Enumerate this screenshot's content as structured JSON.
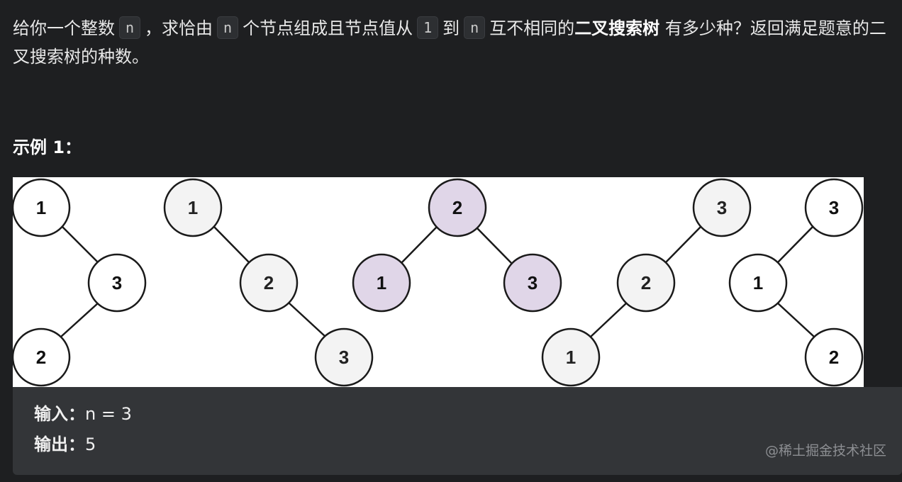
{
  "problem": {
    "p1": "给你一个整数",
    "code1": "n",
    "p2": "，求恰由",
    "code2": "n",
    "p3": "个节点组成且节点值从",
    "code3": "1",
    "p4": "到",
    "code4": "n",
    "p5": "互不相同的",
    "bold": "二叉搜索树",
    "p6": "有多少种？返回满足题意的二叉搜索树的种数。"
  },
  "example": {
    "title": "示例 1：",
    "input_label": "输入：",
    "input_value": "n = 3",
    "output_label": "输出：",
    "output_value": "5"
  },
  "figure": {
    "colors": {
      "white": "#ffffff",
      "gray": "#f3f3f3",
      "purple": "#e0d6e8",
      "stroke": "#1a1a1a"
    },
    "trees": [
      {
        "nodes": [
          "1",
          "3",
          "2"
        ],
        "fill": "white"
      },
      {
        "nodes": [
          "1",
          "2",
          "3"
        ],
        "fill": "gray"
      },
      {
        "nodes": [
          "2",
          "1",
          "3"
        ],
        "fill": "purple"
      },
      {
        "nodes": [
          "3",
          "2",
          "1"
        ],
        "fill": "gray"
      },
      {
        "nodes": [
          "3",
          "1",
          "2"
        ],
        "fill": "white"
      }
    ]
  },
  "watermark": "@稀土掘金技术社区"
}
